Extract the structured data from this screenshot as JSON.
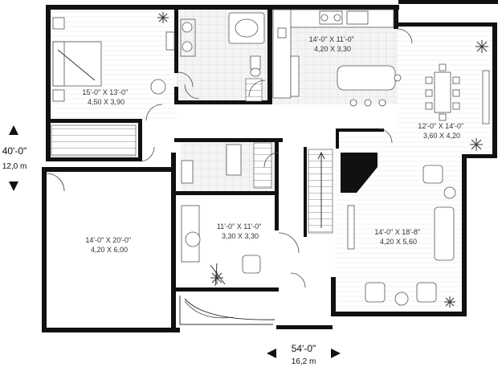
{
  "plan": {
    "rooms": [
      {
        "id": "master-bedroom",
        "imperial": "15'-0\" X 13'-0\"",
        "metric": "4,50 X 3,90"
      },
      {
        "id": "kitchen",
        "imperial": "14'-0\" X 11'-0\"",
        "metric": "4,20 X 3,30"
      },
      {
        "id": "dining",
        "imperial": "12'-0\" X 14'-0\"",
        "metric": "3,60 X 4,20"
      },
      {
        "id": "garage",
        "imperial": "14'-0\" X 20'-0\"",
        "metric": "4,20 X 6,00"
      },
      {
        "id": "office",
        "imperial": "11'-0\" X 11'-0\"",
        "metric": "3,30 X 3,30"
      },
      {
        "id": "living",
        "imperial": "14'-0\" X 18'-8\"",
        "metric": "4,20 X 5,60"
      }
    ],
    "dimensions": {
      "depth": {
        "imperial": "40'-0\"",
        "metric": "12,0 m"
      },
      "width": {
        "imperial": "54'-0\"",
        "metric": "16,2 m"
      }
    }
  }
}
